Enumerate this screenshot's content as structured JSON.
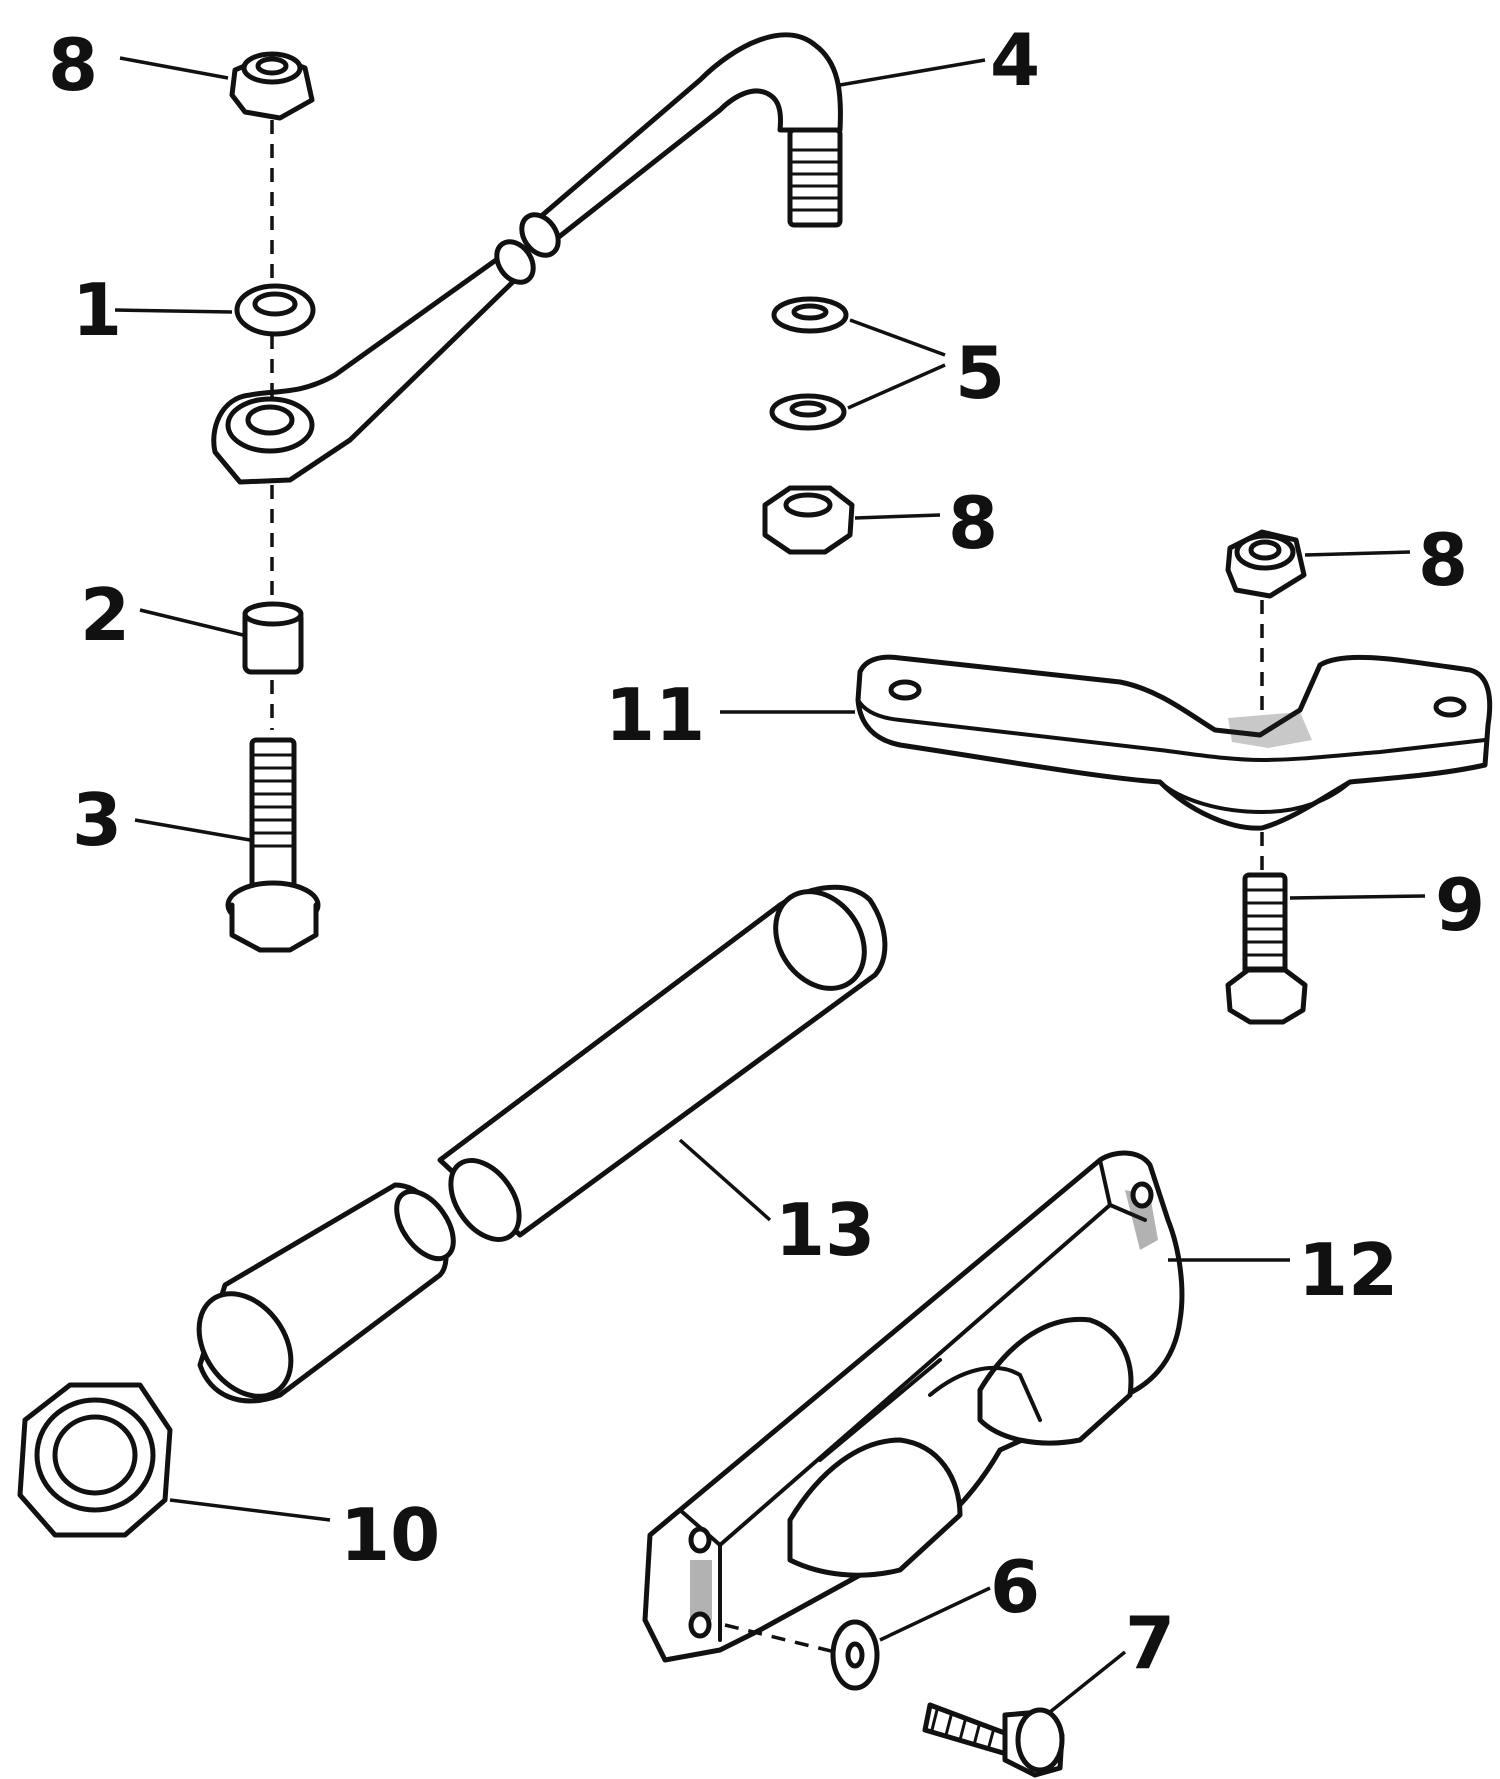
{
  "diagram": {
    "callouts": [
      {
        "id": "c8a",
        "label": "8"
      },
      {
        "id": "c4",
        "label": "4"
      },
      {
        "id": "c1",
        "label": "1"
      },
      {
        "id": "c5",
        "label": "5"
      },
      {
        "id": "c8b",
        "label": "8"
      },
      {
        "id": "c2",
        "label": "2"
      },
      {
        "id": "c8c",
        "label": "8"
      },
      {
        "id": "c11",
        "label": "11"
      },
      {
        "id": "c3",
        "label": "3"
      },
      {
        "id": "c9",
        "label": "9"
      },
      {
        "id": "c13",
        "label": "13"
      },
      {
        "id": "c12",
        "label": "12"
      },
      {
        "id": "c10",
        "label": "10"
      },
      {
        "id": "c6",
        "label": "6"
      },
      {
        "id": "c7",
        "label": "7"
      }
    ],
    "colors": {
      "ink": "#111111",
      "paper": "#ffffff"
    }
  }
}
